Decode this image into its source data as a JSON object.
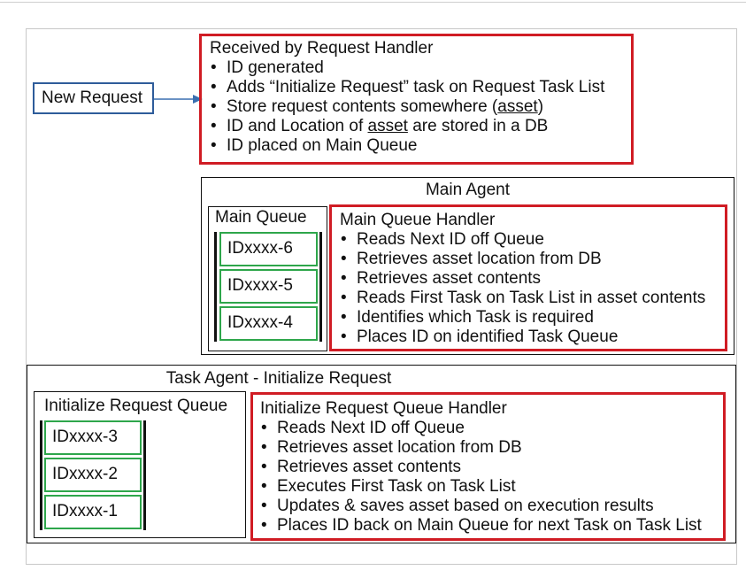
{
  "new_request": {
    "label": "New Request"
  },
  "request_handler": {
    "title": "Received by Request Handler",
    "items": [
      {
        "text": "ID generated"
      },
      {
        "text": "Adds “Initialize Request” task on Request Task List"
      },
      {
        "text": "Store request contents somewhere (",
        "link": "asset",
        "after": ")"
      },
      {
        "text": "ID and Location of ",
        "link": "asset",
        "after": " are stored in a DB"
      },
      {
        "text": "ID placed on Main Queue"
      }
    ]
  },
  "main_agent": {
    "title": "Main Agent",
    "queue": {
      "title": "Main Queue",
      "items": [
        "IDxxxx-6",
        "IDxxxx-5",
        "IDxxxx-4"
      ]
    },
    "handler": {
      "title": "Main Queue Handler",
      "items": [
        "Reads Next ID off Queue",
        "Retrieves asset location from DB",
        "Retrieves asset contents",
        "Reads First Task on Task List in asset contents",
        "Identifies which Task is required",
        "Places ID on identified Task Queue"
      ]
    }
  },
  "task_agent": {
    "title": "Task Agent - Initialize Request",
    "queue": {
      "title": "Initialize Request Queue",
      "items": [
        "IDxxxx-3",
        "IDxxxx-2",
        "IDxxxx-1"
      ]
    },
    "handler": {
      "title": "Initialize Request Queue Handler",
      "items": [
        "Reads Next ID off Queue",
        "Retrieves asset location from DB",
        "Retrieves asset contents",
        "Executes First Task on Task List",
        "Updates & saves asset based on execution results",
        "Places ID back on Main Queue for next Task on Task List"
      ]
    }
  },
  "colors": {
    "red_border": "#d01c24",
    "blue_border": "#2e5c9a",
    "green_border": "#2ea64b",
    "arrow": "#3a6fb0"
  }
}
